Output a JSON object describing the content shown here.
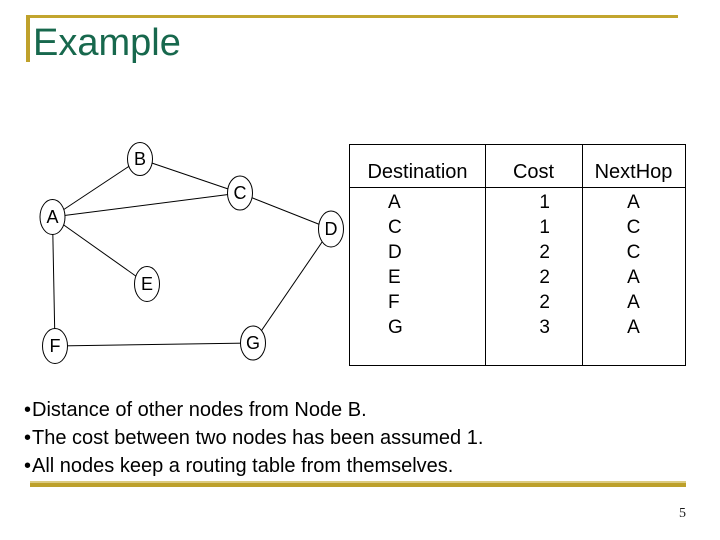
{
  "slide": {
    "title": "Example",
    "page_number": "5"
  },
  "colors": {
    "title_green": "#17684D",
    "gold": "#BFA12B",
    "gold_light": "#DCCB80"
  },
  "diagram": {
    "nodes": [
      {
        "id": "A",
        "label": "A"
      },
      {
        "id": "B",
        "label": "B"
      },
      {
        "id": "C",
        "label": "C"
      },
      {
        "id": "D",
        "label": "D"
      },
      {
        "id": "E",
        "label": "E"
      },
      {
        "id": "F",
        "label": "F"
      },
      {
        "id": "G",
        "label": "G"
      }
    ],
    "edges": [
      "A-B",
      "B-C",
      "A-C",
      "C-D",
      "A-E",
      "A-F",
      "F-G",
      "G-D"
    ]
  },
  "routing_table": {
    "headers": [
      "Destination",
      "Cost",
      "NextHop"
    ],
    "rows": [
      [
        "A",
        "1",
        "A"
      ],
      [
        "C",
        "1",
        "C"
      ],
      [
        "D",
        "2",
        "C"
      ],
      [
        "E",
        "2",
        "A"
      ],
      [
        "F",
        "2",
        "A"
      ],
      [
        "G",
        "3",
        "A"
      ]
    ]
  },
  "bullets": {
    "marker": "•",
    "items": [
      "Distance of other nodes from Node B.",
      "The cost between two nodes has been assumed 1.",
      "All nodes keep a routing table from themselves."
    ]
  }
}
